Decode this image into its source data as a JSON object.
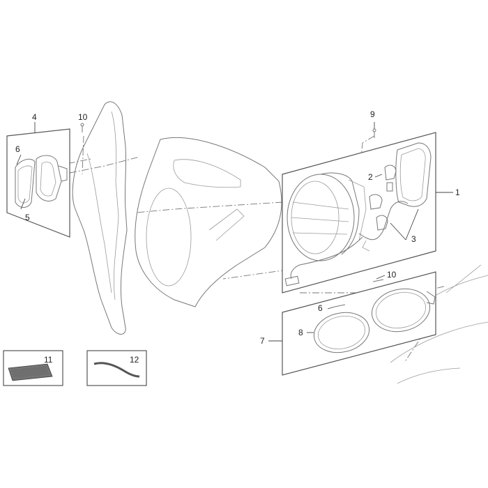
{
  "callouts": {
    "c1": "1",
    "c2": "2",
    "c3": "3",
    "c4": "4",
    "c5": "5",
    "c6_left": "6",
    "c6_right": "6",
    "c7": "7",
    "c8": "8",
    "c9": "9",
    "c10_left": "10",
    "c10_right": "10",
    "c11": "11",
    "c12": "12"
  },
  "colors": {
    "line": "#777777",
    "panel_border": "#555555",
    "text": "#222222"
  }
}
